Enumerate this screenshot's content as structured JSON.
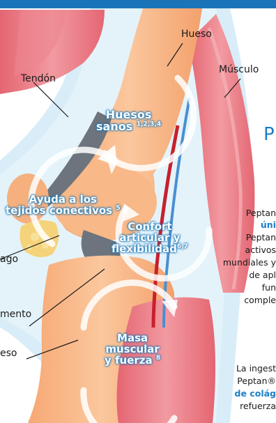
{
  "labels": {
    "hueso_top": "Hueso",
    "musculo": "Músculo",
    "tendon": "Tendón",
    "cartilago_partial": "ago",
    "ligamento_partial": "mento",
    "hueso_bottom_partial": "eso"
  },
  "bubbles": {
    "huesos_line1": "Huesos",
    "huesos_line2": "sanos",
    "huesos_ref": "1,2,3,4",
    "tejidos_line1": "Ayuda a los",
    "tejidos_line2": "tejidos conectivos",
    "tejidos_ref": "5",
    "confort_line1": "Confort",
    "confort_line2": "articular y",
    "confort_line3": "flexibilidad",
    "confort_ref": "6,7",
    "masa_line1": "Masa",
    "masa_line2": "muscular",
    "masa_line3": "y fuerza",
    "masa_ref": "8"
  },
  "right_text": {
    "heading_letter": "P",
    "line1": "Peptan",
    "line2": "úni",
    "line3": "Peptan",
    "line4": "activos",
    "line5": "mundiales y",
    "line6": "de apl",
    "line7": "fun",
    "line8": "comple",
    "line9": "La ingest",
    "line10": "Peptan®",
    "line11": "de colág",
    "line12": "refuerza"
  },
  "colors": {
    "banner": "#1c74b8",
    "bone": "#f7b98a",
    "muscle": "#e9727d",
    "tendon": "#6f7780",
    "cartilage": "#f5d37a",
    "accent_blue": "#1a7fc8",
    "skin_halo": "#cfe7f6"
  }
}
